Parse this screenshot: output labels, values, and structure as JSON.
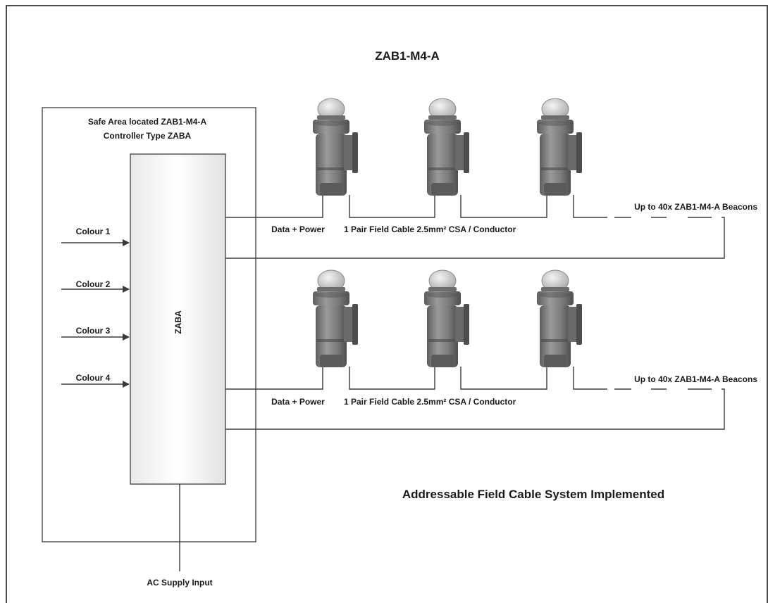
{
  "title": "ZAB1-M4-A",
  "controller": {
    "heading_line1": "Safe Area located ZAB1-M4-A",
    "heading_line2": "Controller Type ZABA",
    "unit_label": "ZABA"
  },
  "inputs": [
    "Colour 1",
    "Colour 2",
    "Colour 3",
    "Colour 4"
  ],
  "loops": [
    {
      "data_label": "Data + Power",
      "cable_label": "1 Pair Field Cable 2.5mm² CSA / Conductor",
      "beacons_label": "Up to 40x ZAB1-M4-A Beacons",
      "beacon_count": 3
    },
    {
      "data_label": "Data + Power",
      "cable_label": "1 Pair Field Cable 2.5mm² CSA / Conductor",
      "beacons_label": "Up to 40x ZAB1-M4-A Beacons",
      "beacon_count": 3
    }
  ],
  "supply_label": "AC Supply Input",
  "footer_caption": "Addressable Field Cable System Implemented",
  "icons": {
    "beacon": "beacon-icon",
    "arrow": "arrow-right-icon"
  },
  "colors": {
    "frame": "#4a4a4a",
    "wire": "#3a3a3a",
    "beacon_body": "#7f7f7f",
    "dome": "#d6d6d6"
  }
}
